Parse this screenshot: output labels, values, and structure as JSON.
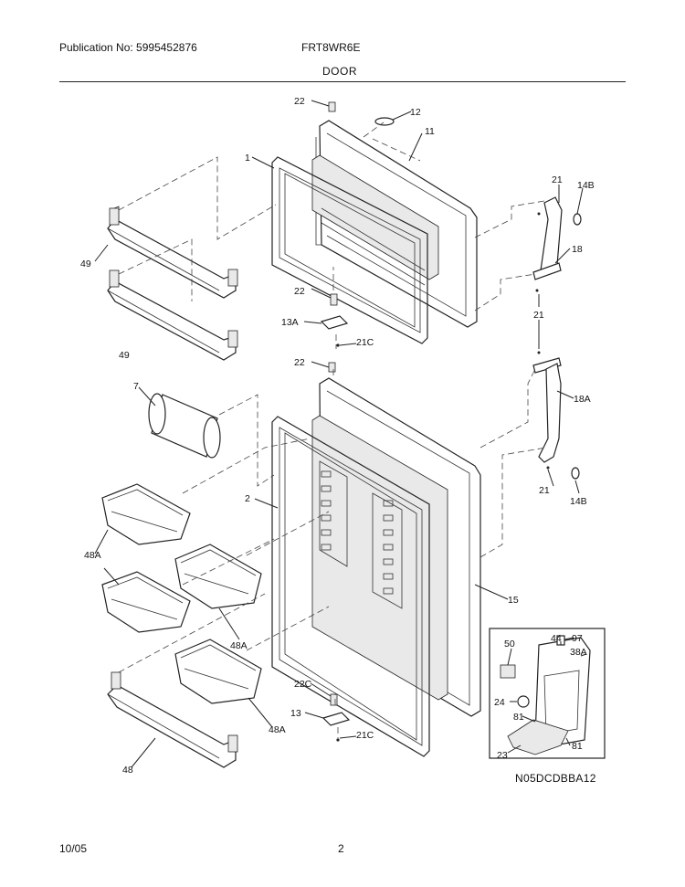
{
  "header": {
    "publication": "Publication No: 5995452876",
    "model": "FRT8WR6E",
    "title": "DOOR"
  },
  "footer": {
    "date": "10/05",
    "page": "2"
  },
  "diagram": {
    "code": "N05DCDBBA12",
    "callouts": {
      "c22_top": "22",
      "c12": "12",
      "c11": "11",
      "c1": "1",
      "c21_top": "21",
      "c14b_top": "14B",
      "c49_a": "49",
      "c18": "18",
      "c22_mid": "22",
      "c13a": "13A",
      "c21c_top": "21C",
      "c49_b": "49",
      "c21_mid": "21",
      "c22_lower": "22",
      "c7": "7",
      "c18a": "18A",
      "c2": "2",
      "c21_low": "21",
      "c14b_low": "14B",
      "c48a_left": "48A",
      "c15": "15",
      "c48a_mid": "48A",
      "c50": "50",
      "c44": "44",
      "c97": "97",
      "c38a": "38A",
      "c22c": "22C",
      "c24": "24",
      "c81_a": "81",
      "c13": "13",
      "c48a_low": "48A",
      "c21c_low": "21C",
      "c23": "23",
      "c81_b": "81",
      "c48": "48"
    }
  }
}
